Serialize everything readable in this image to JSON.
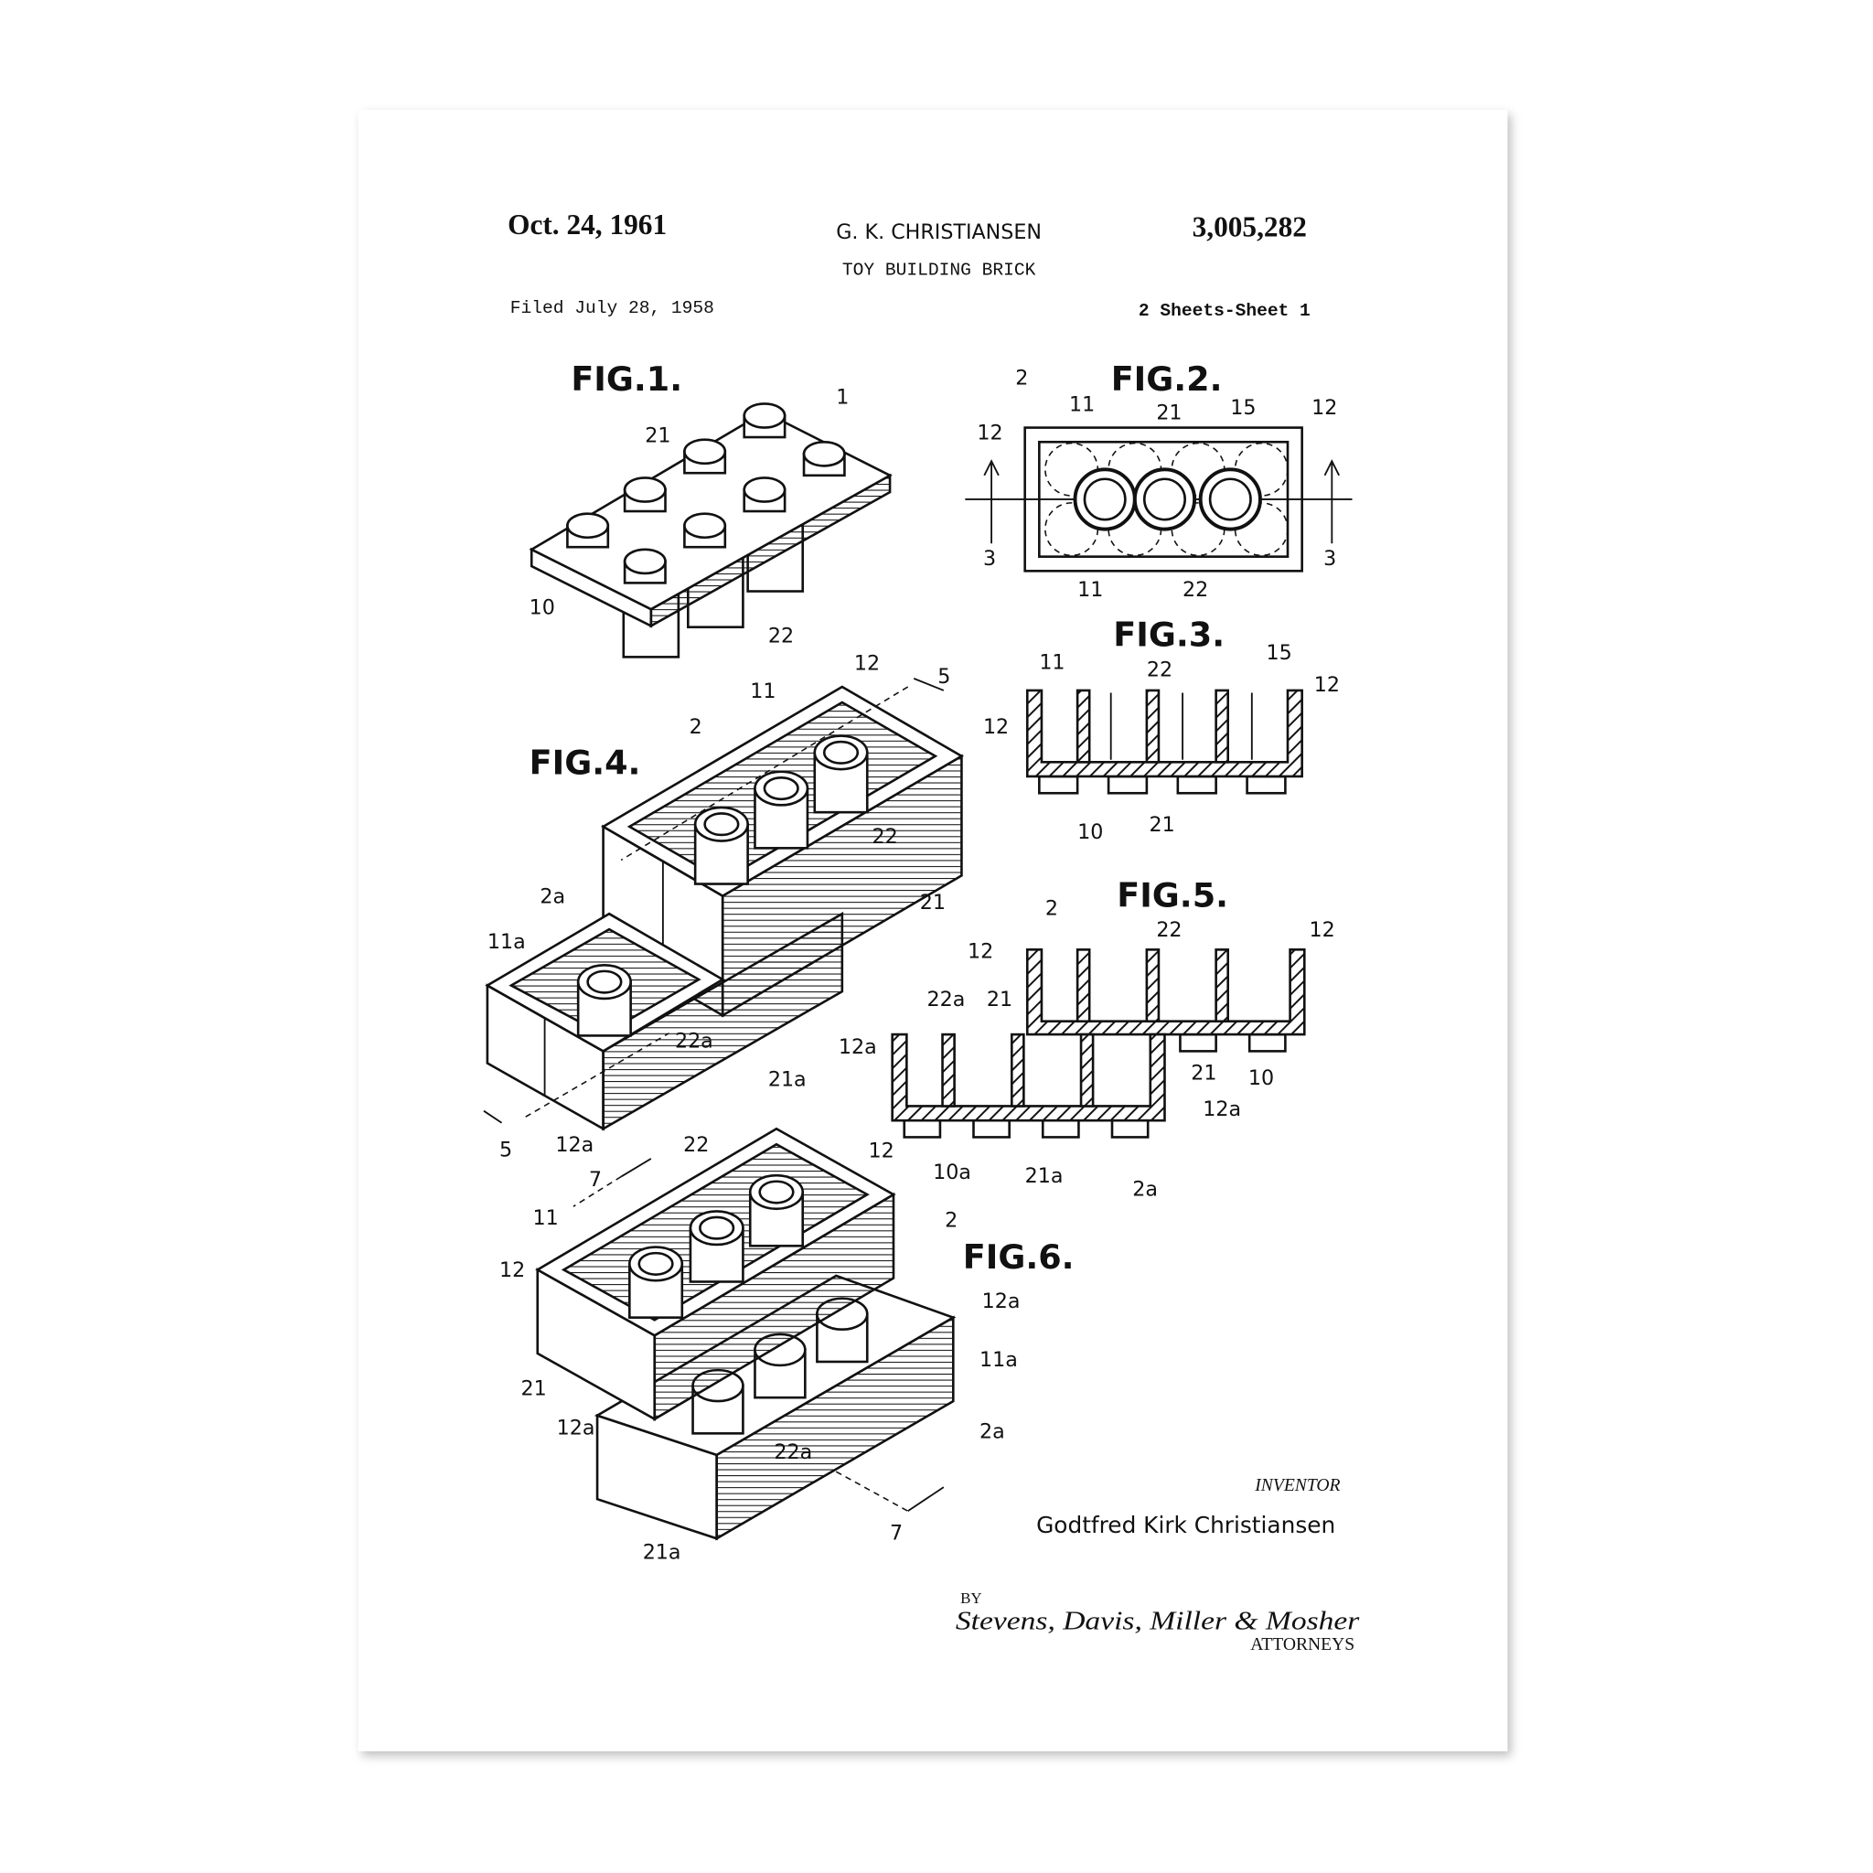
{
  "header": {
    "date": "Oct. 24, 1961",
    "inventor_short": "G. K. CHRISTIANSEN",
    "patent_number": "3,005,282",
    "title": "TOY BUILDING BRICK",
    "filed": "Filed July 28, 1958",
    "sheets": "2 Sheets-Sheet 1"
  },
  "figures": {
    "fig1": {
      "title": "FIG.1.",
      "labels": [
        "1",
        "21",
        "10",
        "22"
      ]
    },
    "fig2": {
      "title": "FIG.2.",
      "labels": [
        "2",
        "11",
        "21",
        "15",
        "12",
        "12",
        "3",
        "3",
        "11",
        "22"
      ]
    },
    "fig3": {
      "title": "FIG.3.",
      "labels": [
        "11",
        "22",
        "15",
        "12",
        "12",
        "10",
        "21"
      ]
    },
    "fig4": {
      "title": "FIG.4.",
      "labels": [
        "12",
        "5",
        "11",
        "2",
        "22",
        "21",
        "2a",
        "11a",
        "22a",
        "21a",
        "5",
        "12a"
      ]
    },
    "fig5": {
      "title": "FIG.5.",
      "labels": [
        "2",
        "22",
        "12",
        "12",
        "22a",
        "21",
        "12a",
        "21",
        "10",
        "12a",
        "10a",
        "21a",
        "2a"
      ]
    },
    "fig6": {
      "title": "FIG.6.",
      "labels": [
        "22",
        "7",
        "12",
        "11",
        "2",
        "12",
        "12a",
        "11a",
        "21",
        "12a",
        "2a",
        "22a",
        "7",
        "21a"
      ]
    }
  },
  "footer": {
    "inventor_caption": "INVENTOR",
    "inventor_name": "Godtfred Kirk Christiansen",
    "by": "BY",
    "signature": "Stevens, Davis, Miller & Mosher",
    "attorneys_caption": "ATTORNEYS"
  },
  "colors": {
    "background": "#ffffff",
    "paper": "#ffffff",
    "ink": "#111111",
    "shadow": "#c8c8c8"
  }
}
